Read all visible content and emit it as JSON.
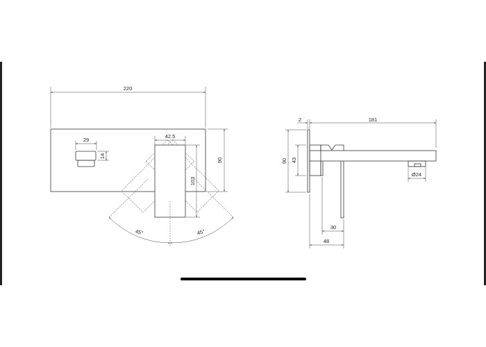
{
  "drawing": {
    "front_view": {
      "width": "220",
      "height": "90",
      "handle_width": "29",
      "handle_height": "14",
      "spout_width": "42.5",
      "spout_length": "103",
      "angle_left": "45°",
      "angle_right": "45°"
    },
    "side_view": {
      "plate_thickness": "2",
      "projection": "181",
      "plate_height": "90",
      "body_height": "43",
      "aerator_diameter": "Ø24",
      "lever_depth": "30",
      "total_depth": "48"
    }
  },
  "colors": {
    "line": "#333333",
    "background": "#ffffff"
  }
}
